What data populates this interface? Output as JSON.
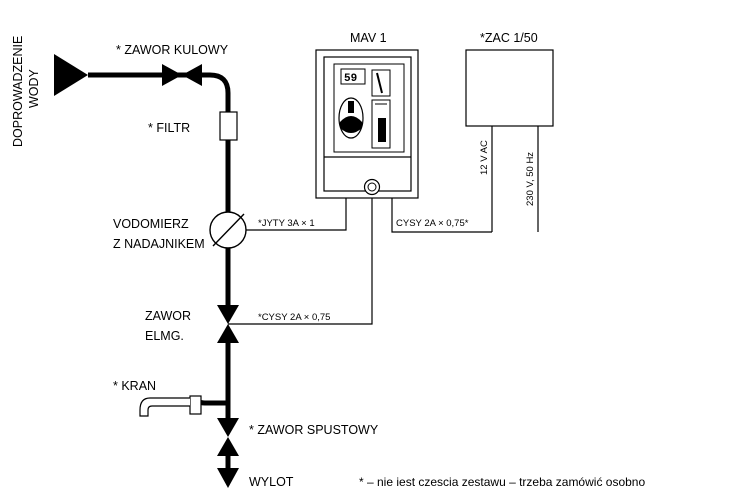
{
  "labels": {
    "water_supply_line1": "DOPROWADZENIE",
    "water_supply_line2": "WODY",
    "ball_valve": "* ZAWOR KULOWY",
    "filter": "* FILTR",
    "meter_line1": "VODOMIERZ",
    "meter_line2": "Z NADAJNIKEM",
    "solenoid_line1": "ZAWOR",
    "solenoid_line2": "ELMG.",
    "tap": "* KRAN",
    "drain_valve": "* ZAWOR SPUSTOWY",
    "outlet": "WYLOT",
    "mav": "MAV 1",
    "zac": "*ZAC 1/50",
    "display": "59",
    "cable_meter": "*JYTY 3A × 1",
    "cable_solenoid": "*CYSY 2A × 0,75",
    "cable_zac": "CYSY 2A × 0,75*",
    "ac12": "12 V AC",
    "ac230": "230 V, 50 Hz",
    "footnote": "* – nie iest czescia zestawu – trzeba zamówić osobno"
  }
}
